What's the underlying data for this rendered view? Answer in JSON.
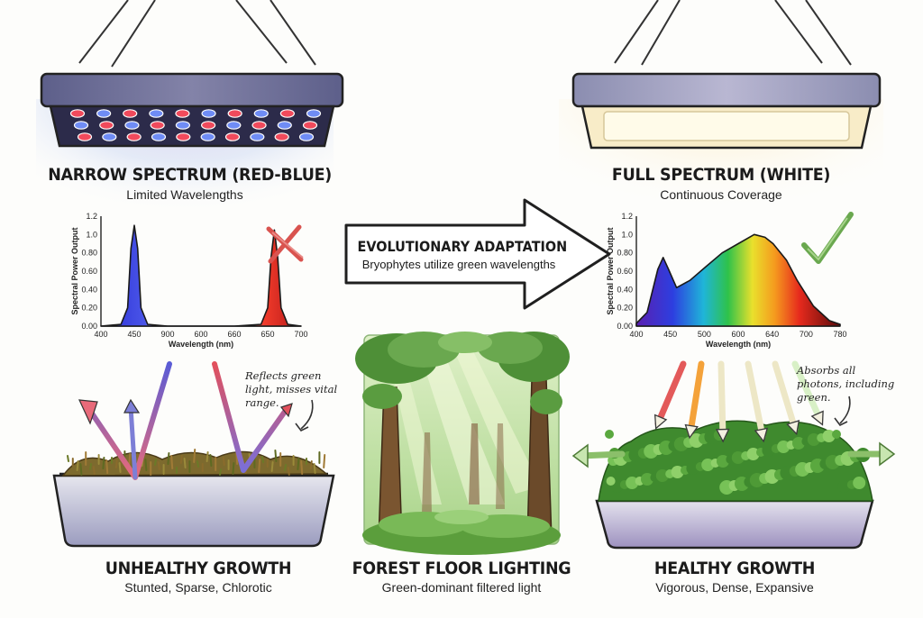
{
  "left": {
    "title": "NARROW SPECTRUM (RED-BLUE)",
    "subtitle": "Limited Wavelengths",
    "note": "Reflects green light, misses vital range.",
    "result_title": "UNHEALTHY GROWTH",
    "result_subtitle": "Stunted, Sparse, Chlorotic",
    "status_icon": "cross-icon",
    "status_color": "#d9534f"
  },
  "center": {
    "arrow_title": "EVOLUTIONARY ADAPTATION",
    "arrow_subtitle": "Bryophytes utilize green wavelengths",
    "scene_title": "FOREST FLOOR LIGHTING",
    "scene_subtitle": "Green-dominant filtered light"
  },
  "right": {
    "title": "FULL SPECTRUM (WHITE)",
    "subtitle": "Continuous Coverage",
    "note": "Absorbs all photons, including green.",
    "result_title": "HEALTHY GROWTH",
    "result_subtitle": "Vigorous, Dense, Expansive",
    "status_icon": "check-icon",
    "status_color": "#6aa84f"
  },
  "chart_data": [
    {
      "type": "area",
      "ylabel": "Spectral Power Output",
      "xlabel": "Wavelength (nm)",
      "xlim": [
        400,
        700
      ],
      "ylim": [
        0,
        1.2
      ],
      "x_ticks": [
        "400",
        "450",
        "900",
        "600",
        "660",
        "650",
        "700"
      ],
      "y_ticks": [
        "0.00",
        "0.20",
        "0.40",
        "0.60",
        "0.80",
        "1.0",
        "1.2"
      ],
      "series": [
        {
          "x": [
            400,
            430,
            440,
            445,
            450,
            455,
            460,
            470,
            500,
            600,
            640,
            650,
            655,
            660,
            665,
            670,
            680,
            700
          ],
          "values": [
            0,
            0.02,
            0.2,
            0.85,
            1.1,
            0.85,
            0.2,
            0.02,
            0,
            0,
            0.02,
            0.2,
            0.75,
            1.05,
            0.75,
            0.2,
            0.02,
            0
          ]
        }
      ]
    },
    {
      "type": "area",
      "ylabel": "Spectral Power Output",
      "xlabel": "Wavelength (nm)",
      "xlim": [
        400,
        780
      ],
      "ylim": [
        0,
        1.2
      ],
      "x_ticks": [
        "400",
        "450",
        "500",
        "600",
        "640",
        "700",
        "780"
      ],
      "y_ticks": [
        "0.00",
        "0.20",
        "0.40",
        "0.60",
        "0.80",
        "1.0",
        "1.2"
      ],
      "series": [
        {
          "x": [
            400,
            420,
            440,
            450,
            460,
            475,
            500,
            530,
            560,
            590,
            620,
            640,
            655,
            680,
            700,
            730,
            760,
            780
          ],
          "values": [
            0.03,
            0.15,
            0.62,
            0.75,
            0.62,
            0.42,
            0.5,
            0.65,
            0.8,
            0.9,
            1.0,
            0.97,
            0.9,
            0.72,
            0.5,
            0.22,
            0.06,
            0.02
          ]
        }
      ]
    }
  ]
}
